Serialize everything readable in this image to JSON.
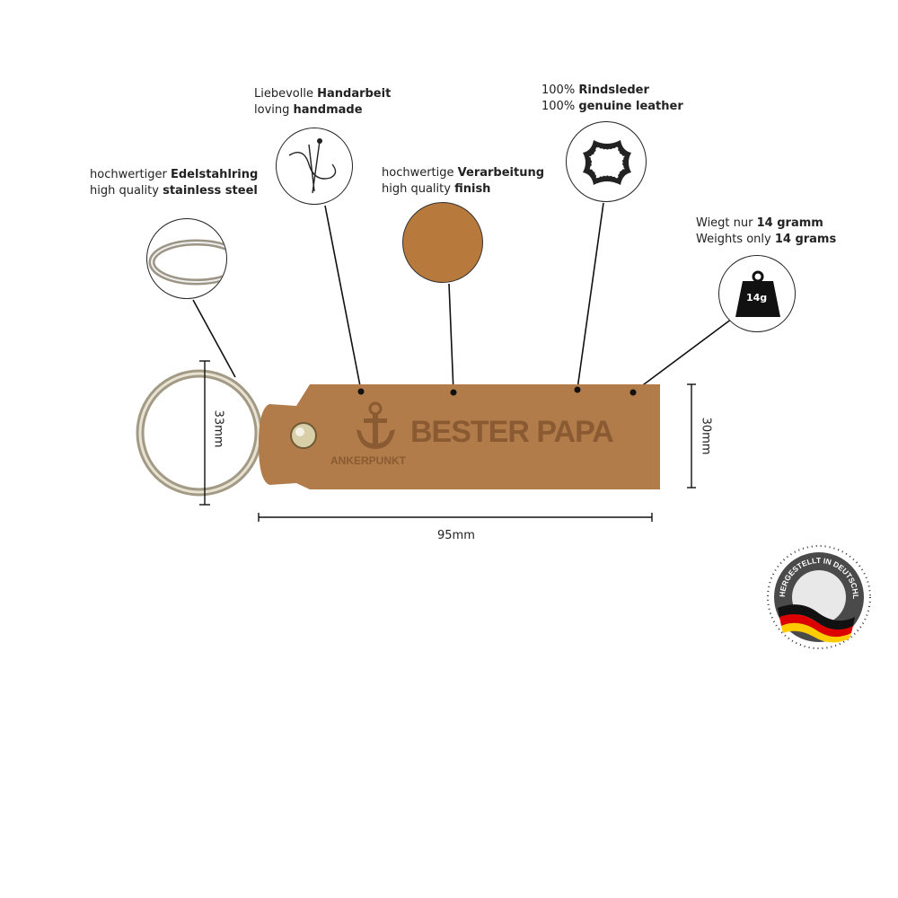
{
  "callouts": {
    "ring": {
      "line1_prefix": "hochwertiger ",
      "line1_bold": "Edelstahlring",
      "line2_prefix": "high quality ",
      "line2_bold": "stainless steel"
    },
    "handmade": {
      "line1_prefix": "Liebevolle ",
      "line1_bold": "Handarbeit",
      "line2_prefix": "loving ",
      "line2_bold": "handmade"
    },
    "finish": {
      "line1_prefix": "hochwertige ",
      "line1_bold": "Verarbeitung",
      "line2_prefix": "high quality ",
      "line2_bold": "finish"
    },
    "leather": {
      "line1_prefix": "100% ",
      "line1_bold": "Rindsleder",
      "line2_prefix": "100% ",
      "line2_bold": "genuine leather"
    },
    "weight": {
      "line1_prefix": "Wiegt nur ",
      "line1_bold": "14 gramm",
      "line2_prefix": "Weights only ",
      "line2_bold": "14 grams",
      "icon_text": "14g"
    }
  },
  "product": {
    "embossed_text": "BESTER PAPA",
    "brand": "ANKERPUNKT"
  },
  "dimensions": {
    "ring_diameter": "33mm",
    "height": "30mm",
    "length": "95mm"
  },
  "badge": {
    "text": "HERGESTELLT IN DEUTSCHLAND"
  },
  "colors": {
    "leather": "#b27c4a",
    "leather_dark": "#8a5a32",
    "swatch": "#b8793c"
  }
}
